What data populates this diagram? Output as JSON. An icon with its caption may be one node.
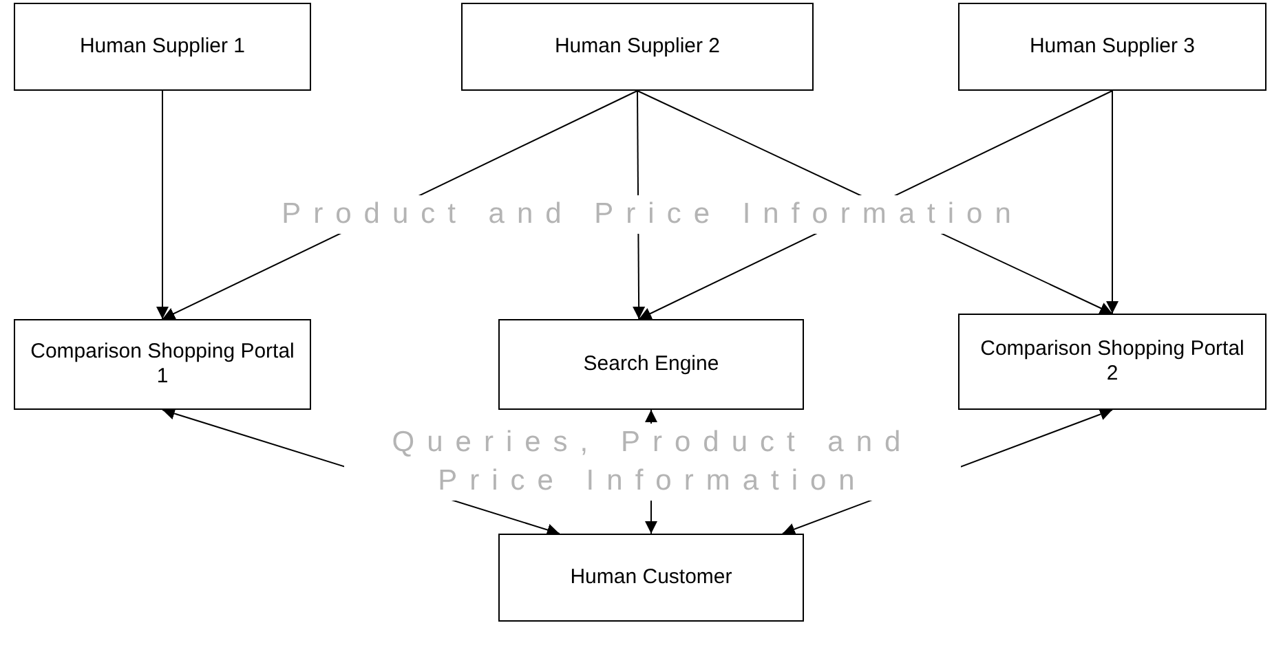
{
  "diagram": {
    "nodes": [
      {
        "text": [
          "Human Supplier 1"
        ]
      },
      {
        "text": [
          "Human Supplier 2"
        ]
      },
      {
        "text": [
          "Human Supplier 3"
        ]
      },
      {
        "text": [
          "Comparison Shopping Portal 1"
        ]
      },
      {
        "text": [
          "Search Engine"
        ]
      },
      {
        "text": [
          "Comparison Shopping Portal 2"
        ]
      },
      {
        "text": [
          "Human Customer"
        ]
      }
    ],
    "edges": [
      {
        "from": 0,
        "to": 3,
        "arrow": "to"
      },
      {
        "from": 1,
        "to": 3,
        "arrow": "to"
      },
      {
        "from": 1,
        "to": 4,
        "arrow": "to"
      },
      {
        "from": 1,
        "to": 5,
        "arrow": "to"
      },
      {
        "from": 2,
        "to": 4,
        "arrow": "to"
      },
      {
        "from": 2,
        "to": 5,
        "arrow": "to"
      },
      {
        "from": 3,
        "to": 6,
        "arrow": "both"
      },
      {
        "from": 4,
        "to": 6,
        "arrow": "both"
      },
      {
        "from": 5,
        "to": 6,
        "arrow": "both"
      }
    ],
    "labels": [
      "Product and Price Information",
      "Queries, Product and Price Information"
    ]
  }
}
